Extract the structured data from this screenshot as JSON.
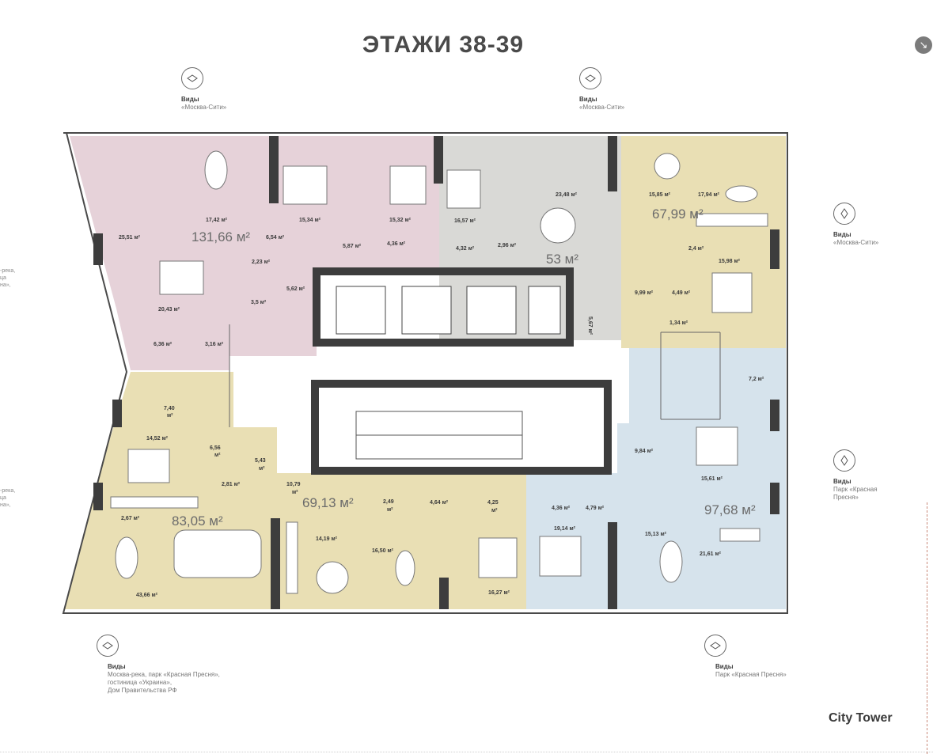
{
  "title": "ЭТАЖИ 38-39",
  "corner_icon": "arrow-down-right-icon",
  "brand": "City Tower",
  "views": {
    "top_left": {
      "label": "Виды",
      "text": "«Москва-Сити»"
    },
    "top_mid": {
      "label": "Виды",
      "text": "«Москва-Сити»"
    },
    "right_top": {
      "label": "Виды",
      "text": "«Москва-Сити»"
    },
    "right_mid": {
      "label": "Виды",
      "text1": "Парк «Красная",
      "text2": "Пресня»"
    },
    "bottom_left": {
      "label": "Виды",
      "text1": "Москва-река, парк «Красная Пресня»,",
      "text2": "гостиница «Украина»,",
      "text3": "Дом Правительства РФ"
    },
    "bottom_right": {
      "label": "Виды",
      "text": "Парк «Красная Пресня»"
    }
  },
  "edge_left_1": [
    "-река,",
    "ца",
    "на»,"
  ],
  "edge_left_2": [
    "-река,",
    "ца",
    "на»,"
  ],
  "colors": {
    "pink": "#e6d2d9",
    "grey": "#d9d9d6",
    "yellow": "#e9dfb4",
    "blue": "#d6e3ec",
    "wall": "#3d3d3d"
  },
  "apartments": {
    "pink": {
      "total": "131,66 м²"
    },
    "grey": {
      "total": "53 м²"
    },
    "yellow_top": {
      "total": "67,99 м²"
    },
    "yellow_left": {
      "total": "83,05 м²"
    },
    "yellow_mid": {
      "total": "69,13 м²"
    },
    "blue": {
      "total": "97,68 м²"
    }
  },
  "rooms": {
    "r1": "25,51 м²",
    "r2": "17,42 м²",
    "r3": "15,34 м²",
    "r4": "15,32 м²",
    "r5": "6,54 м²",
    "r6": "5,87 м²",
    "r7": "4,36 м²",
    "r8": "2,23 м²",
    "r9": "5,62 м²",
    "r10": "3,5 м²",
    "r11": "20,43 м²",
    "r12": "6,36 м²",
    "r13": "3,16 м²",
    "g1": "16,57 м²",
    "g2": "23,48 м²",
    "g3": "4,32 м²",
    "g4": "2,96 м²",
    "g5": "5,67 м²",
    "y1": "15,85 м²",
    "y2": "17,94 м²",
    "y3": "2,4 м²",
    "y4": "15,98 м²",
    "y5": "9,99 м²",
    "y6": "4,49 м²",
    "y7": "1,34 м²",
    "l1": "7,40",
    "l1b": "м²",
    "l2": "14,52 м²",
    "l3": "6,56",
    "l3b": "м²",
    "l4": "5,43",
    "l4b": "м²",
    "l5": "2,81 м²",
    "l6": "2,67 м²",
    "l7": "43,66 м²",
    "m1": "10,79",
    "m1b": "м²",
    "m2": "2,49",
    "m2b": "м²",
    "m3": "4,64 м²",
    "m4": "4,25",
    "m4b": "м²",
    "m5": "14,19 м²",
    "m6": "16,50 м²",
    "m7": "16,27 м²",
    "b1": "7,2 м²",
    "b2": "9,84 м²",
    "b3": "15,61 м²",
    "b4": "4,36 м²",
    "b5": "4,79 м²",
    "b6": "19,14 м²",
    "b7": "15,13 м²",
    "b8": "21,61 м²"
  }
}
